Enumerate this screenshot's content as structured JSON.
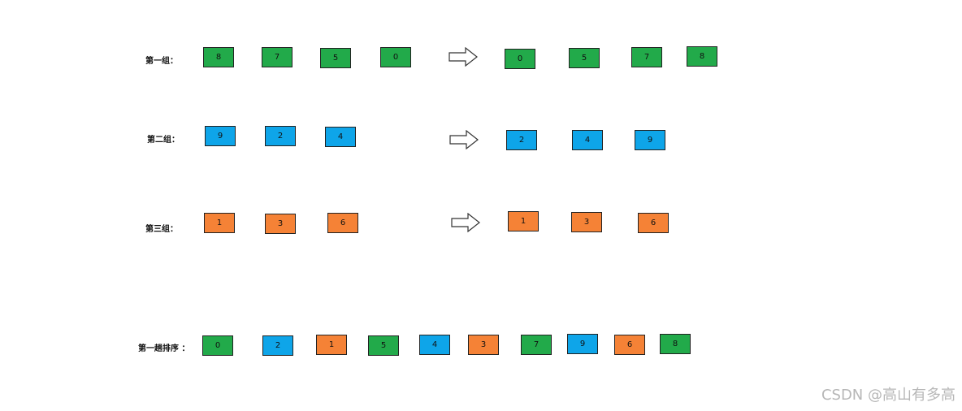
{
  "colors": {
    "green": "#22aa4a",
    "blue": "#0ea5e9",
    "orange": "#f58236"
  },
  "rows": [
    {
      "label": "第一组：",
      "before": [
        {
          "value": "8",
          "color": "green"
        },
        {
          "value": "7",
          "color": "green"
        },
        {
          "value": "5",
          "color": "green"
        },
        {
          "value": "0",
          "color": "green"
        }
      ],
      "after": [
        {
          "value": "0",
          "color": "green"
        },
        {
          "value": "5",
          "color": "green"
        },
        {
          "value": "7",
          "color": "green"
        },
        {
          "value": "8",
          "color": "green"
        }
      ]
    },
    {
      "label": "第二组：",
      "before": [
        {
          "value": "9",
          "color": "blue"
        },
        {
          "value": "2",
          "color": "blue"
        },
        {
          "value": "4",
          "color": "blue"
        }
      ],
      "after": [
        {
          "value": "2",
          "color": "blue"
        },
        {
          "value": "4",
          "color": "blue"
        },
        {
          "value": "9",
          "color": "blue"
        }
      ]
    },
    {
      "label": "第三组：",
      "before": [
        {
          "value": "1",
          "color": "orange"
        },
        {
          "value": "3",
          "color": "orange"
        },
        {
          "value": "6",
          "color": "orange"
        }
      ],
      "after": [
        {
          "value": "1",
          "color": "orange"
        },
        {
          "value": "3",
          "color": "orange"
        },
        {
          "value": "6",
          "color": "orange"
        }
      ]
    }
  ],
  "result": {
    "label": "第一趟排序 ：",
    "items": [
      {
        "value": "0",
        "color": "green"
      },
      {
        "value": "2",
        "color": "blue"
      },
      {
        "value": "1",
        "color": "orange"
      },
      {
        "value": "5",
        "color": "green"
      },
      {
        "value": "4",
        "color": "blue"
      },
      {
        "value": "3",
        "color": "orange"
      },
      {
        "value": "7",
        "color": "green"
      },
      {
        "value": "9",
        "color": "blue"
      },
      {
        "value": "6",
        "color": "orange"
      },
      {
        "value": "8",
        "color": "green"
      }
    ]
  },
  "watermark": "CSDN @高山有多高"
}
